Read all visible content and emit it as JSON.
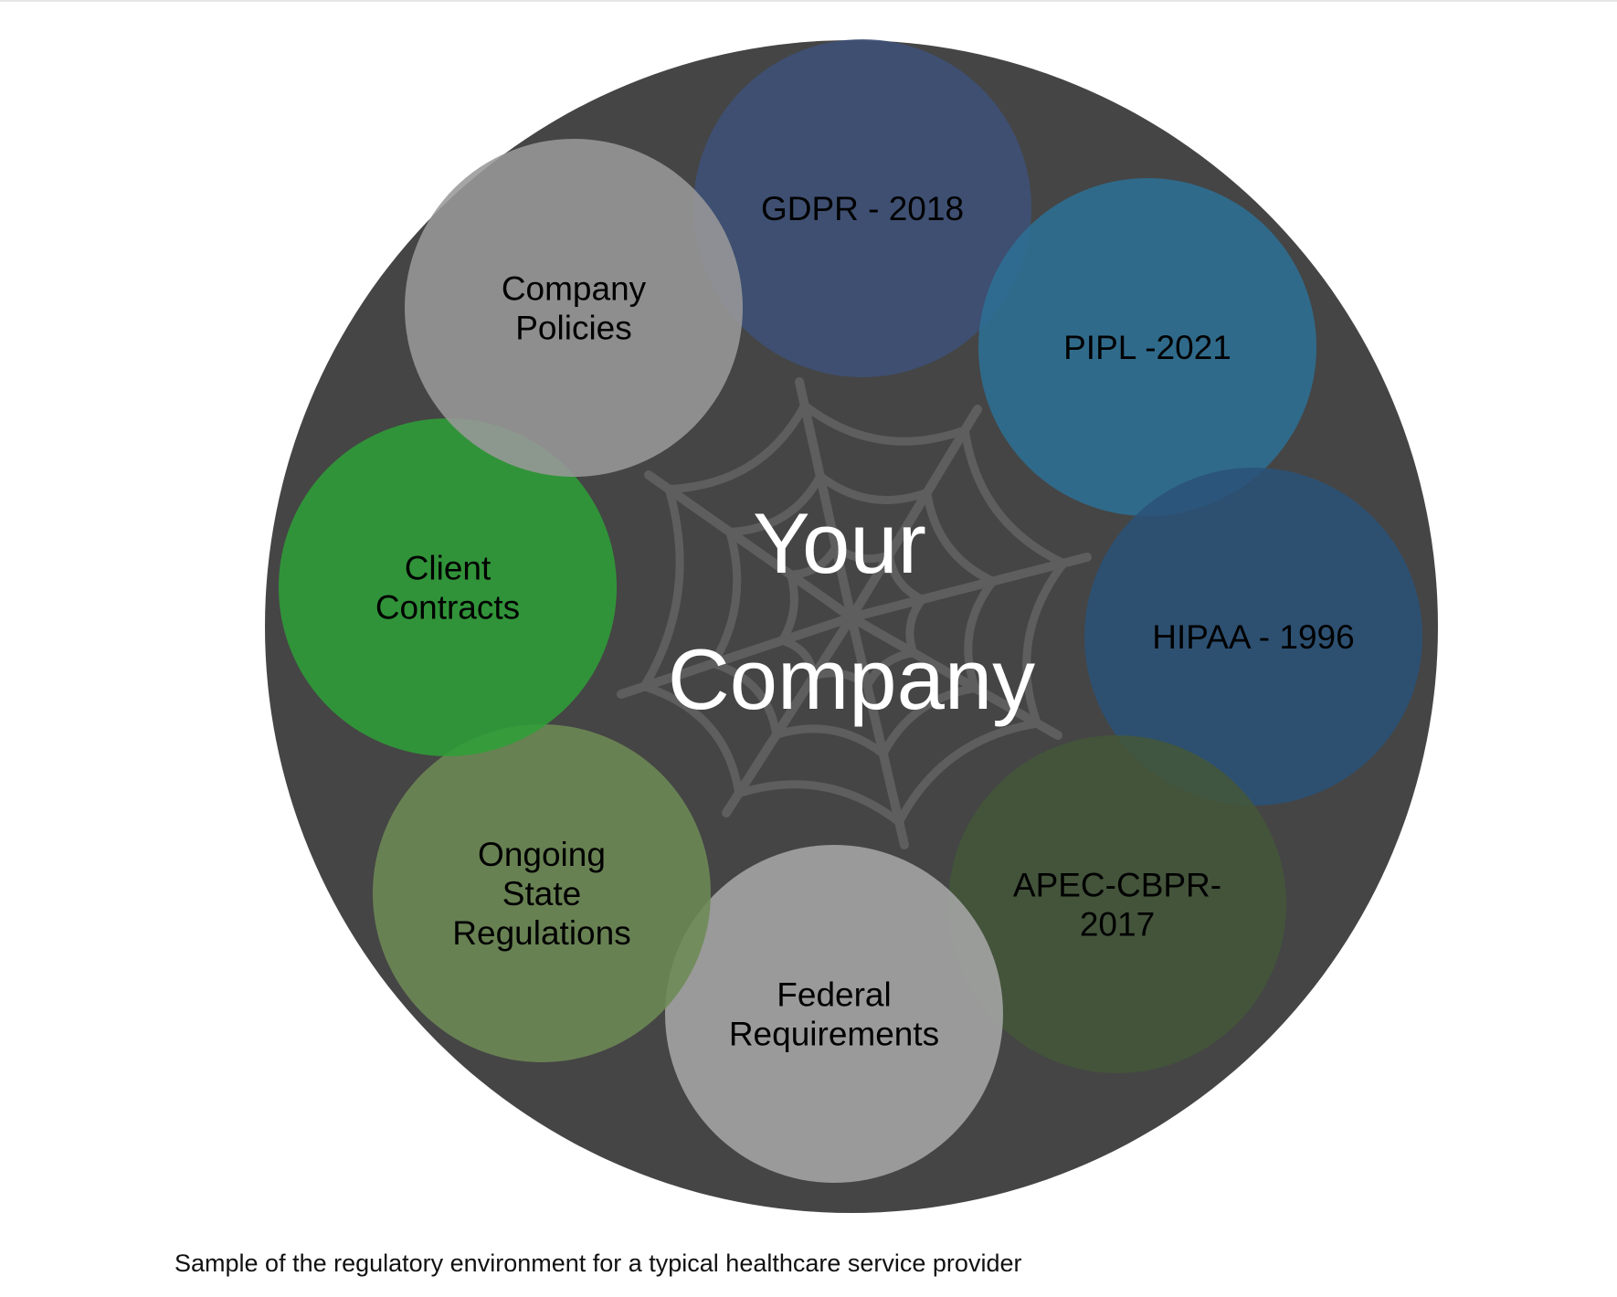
{
  "center": {
    "lines": [
      "Your",
      "Company"
    ],
    "color": "#ffffff"
  },
  "colors": {
    "outer_disc": "#454545",
    "web_stroke": "#5e5e5e",
    "label_text": "#000000"
  },
  "regulations": [
    {
      "id": "gdpr",
      "lines": [
        "GDPR - 2018"
      ],
      "color": "#3e5178"
    },
    {
      "id": "pipl",
      "lines": [
        "PIPL -2021"
      ],
      "color": "#2d6f94"
    },
    {
      "id": "hipaa",
      "lines": [
        "HIPAA - 1996"
      ],
      "color": "#2a5278"
    },
    {
      "id": "apec",
      "lines": [
        "APEC-CBPR-",
        "2017"
      ],
      "color": "#43573a"
    },
    {
      "id": "federal",
      "lines": [
        "Federal",
        "Requirements"
      ],
      "color": "#a6a6a6"
    },
    {
      "id": "state",
      "lines": [
        "Ongoing",
        "State",
        "Regulations"
      ],
      "color": "#6d8a55"
    },
    {
      "id": "contracts",
      "lines": [
        "Client",
        "Contracts"
      ],
      "color": "#2f9e38"
    },
    {
      "id": "policies",
      "lines": [
        "Company",
        "Policies"
      ],
      "color": "#999999"
    }
  ],
  "caption": "Sample of the regulatory environment for a typical healthcare service provider"
}
